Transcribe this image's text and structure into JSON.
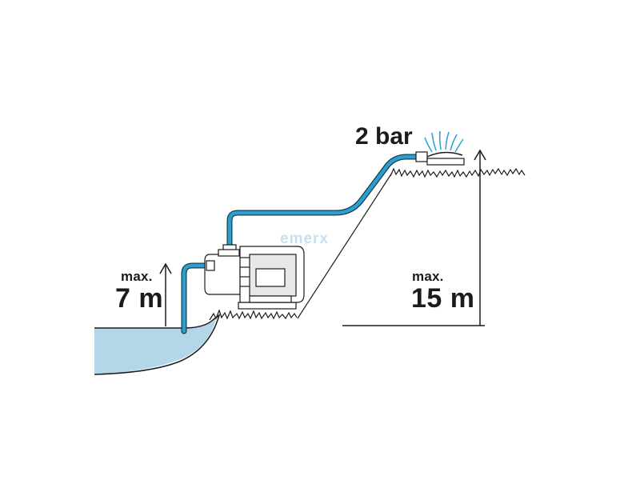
{
  "labels": {
    "pressure": "2 bar",
    "suction_max": "max.",
    "suction_value": "7 m",
    "delivery_max": "max.",
    "delivery_value": "15 m"
  },
  "watermark": "emerx",
  "colors": {
    "water": "#b3d6e9",
    "hose": "#2a9fd0",
    "hose_outline": "#1e3a4c",
    "line": "#1b1b1b",
    "pump": "#ffffff"
  }
}
